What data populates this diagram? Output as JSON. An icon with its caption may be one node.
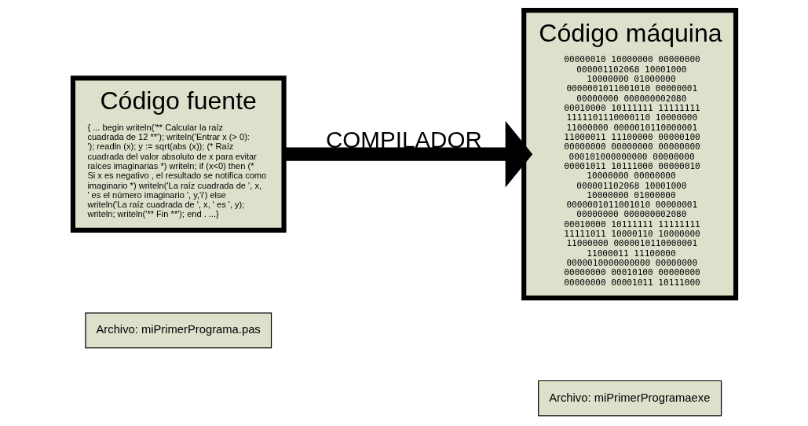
{
  "diagram": {
    "nodes": [
      {
        "text": [
          "Código fuente",
          "{ ... begin writeln('** Calcular la raíz cuadrada de 12 **'); writeln('Entrar x (> 0): '); readln (x); y := sqrt(abs (x)); (* Raíz cuadrada del valor absoluto de x para evitar raíces imaginarias *) writeln; if (x<0) then (* Si x es negativo , el resultado se notifica como imaginario *) writeln('La raíz cuadrada de ', x, ' es el número imaginario ', y,'i') else writeln('La raíz cuadrada de ', x, ' es ', y); writeln; writeln('** Fin **'); end . ...}"
        ]
      },
      {
        "text": [
          "Código máquina",
          "00000010 10000000 00000000 000001102068 10001000 10000000 01000000 0000001011001010 00000001 00000000 000000002080 00010000 10111111 11111111 1111101110000110 10000000 11000000 0000010110000001 11000011 11100000 00000100 00000000 00000000 00000000 000101000000000 00000000 00001011 10111000 00000010 10000000 00000000 000001102068 10001000 10000000 01000000 0000001011001010 00000001 00000000 000000002080 00010000 10111111 11111111 11111011 10000110 10000000 11000000 0000010110000001 11000011 11100000 0000010000000000 00000000 00000000 00010100 00000000 00000000 00001011 10111000"
        ]
      },
      {
        "text": [
          "Archivo: miPrimerPrograma.pas"
        ]
      },
      {
        "text": [
          "Archivo: miPrimerProgramaexe"
        ]
      }
    ],
    "edges": [
      {
        "from": 0,
        "to": 1,
        "arrow": "to",
        "label": "COMPILADOR"
      }
    ]
  }
}
